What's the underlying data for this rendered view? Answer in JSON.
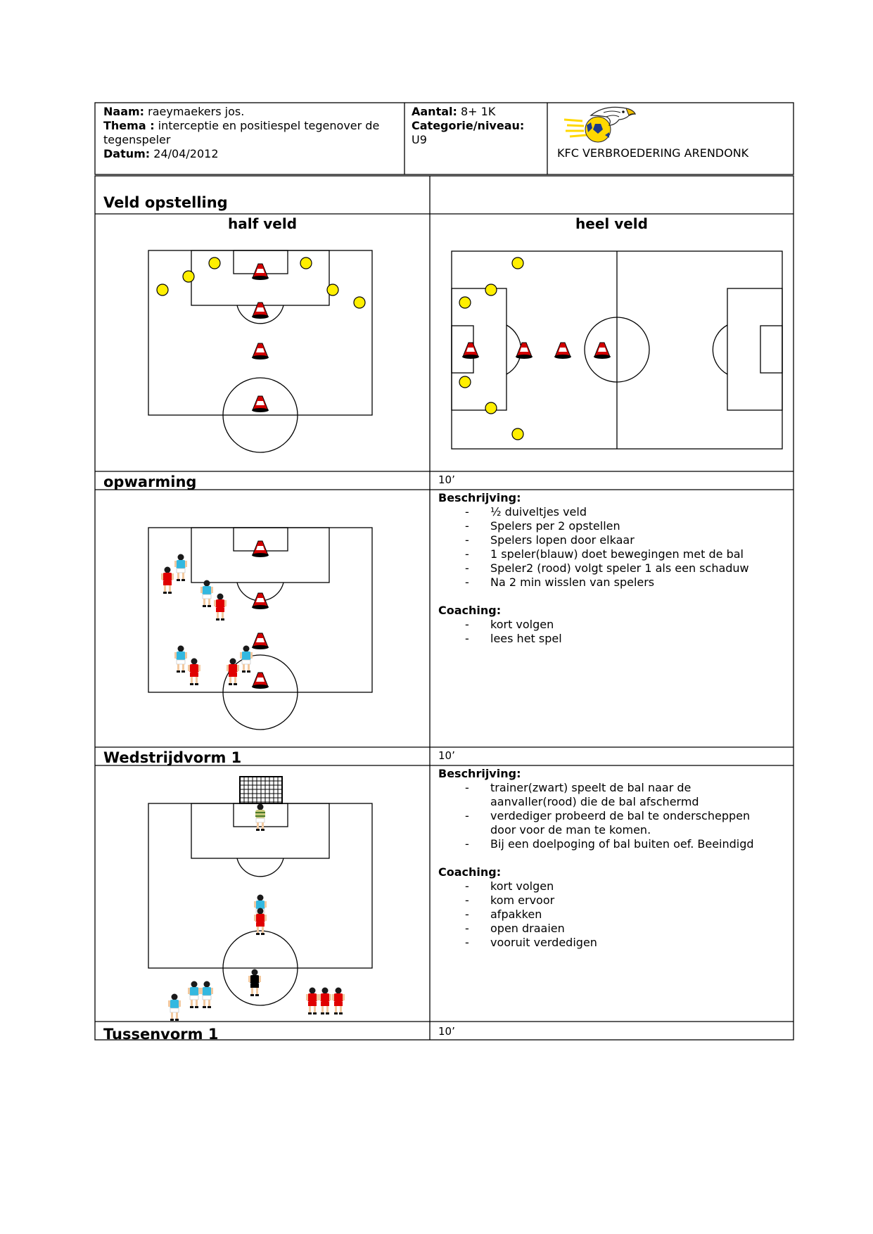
{
  "header": {
    "naam_label": "Naam:",
    "naam_value": " raeymaekers jos.",
    "thema_label": "Thema :",
    "thema_value": " interceptie en positiespel tegenover de",
    "thema_value_2": "tegenspeler",
    "datum_label": "Datum:",
    "datum_value": " 24/04/2012",
    "aantal_label": "Aantal:",
    "aantal_value": " 8+ 1K",
    "categorie_label": "Categorie/niveau:",
    "categorie_value": "U9",
    "club_name": "KFC VERBROEDERING ARENDONK",
    "logo_icon": "eagle-football-logo"
  },
  "veld": {
    "title": "Veld opstelling",
    "half_label": "half veld",
    "heel_label": "heel veld"
  },
  "opwarming": {
    "title": "opwarming",
    "duration": "10’",
    "beschrijving_label": "Beschrijving:",
    "beschrijving": [
      "½ duiveltjes veld",
      "Spelers per 2 opstellen",
      "Spelers lopen door elkaar",
      "1 speler(blauw) doet bewegingen met de bal",
      "Speler2 (rood) volgt speler 1 als een schaduw",
      "Na 2 min wisslen van spelers"
    ],
    "coaching_label": "Coaching:",
    "coaching": [
      "kort volgen",
      "lees het spel"
    ]
  },
  "wedstrijd": {
    "title": "Wedstrijdvorm 1",
    "duration": "10’",
    "beschrijving_label": "Beschrijving:",
    "beschrijving": [
      "trainer(zwart) speelt de bal naar de",
      "aanvaller(rood) die de bal afschermd",
      "verdediger probeerd de bal te onderscheppen",
      "door voor de man te komen.",
      "Bij een doelpoging of bal buiten oef. Beeindigd"
    ],
    "beschrijving_dash": [
      true,
      false,
      true,
      false,
      true
    ],
    "coaching_label": "Coaching:",
    "coaching": [
      "kort volgen",
      "kom ervoor",
      "afpakken",
      "open draaien",
      "vooruit verdedigen"
    ]
  },
  "tussen": {
    "title": "Tussenvorm 1",
    "duration": "10’"
  },
  "colors": {
    "cone": "#d40000",
    "yellow_dot": "#ffef00",
    "blue_player": "#33b8e0",
    "red_player": "#e00000",
    "trainer": "#000000"
  }
}
